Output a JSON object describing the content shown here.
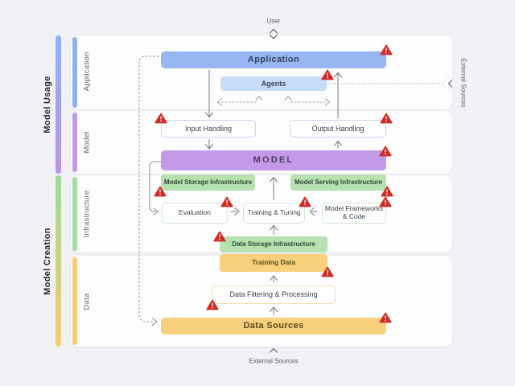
{
  "canvas": {
    "user_label": "User",
    "external_sources_bottom": "External Sources",
    "external_sources_right": "External Sources"
  },
  "groups": [
    {
      "id": "model-usage",
      "label": "Model Usage"
    },
    {
      "id": "model-creation",
      "label": "Model Creation"
    }
  ],
  "layers": [
    {
      "id": "application",
      "label": "Application"
    },
    {
      "id": "model",
      "label": "Model"
    },
    {
      "id": "infrastructure",
      "label": "Infrastructure"
    },
    {
      "id": "data",
      "label": "Data"
    }
  ],
  "nodes": {
    "application": "Application",
    "agents": "Agents",
    "input_handling": "Input Handling",
    "output_handling": "Output Handling",
    "model": "MODEL",
    "model_storage_infrastructure": "Model Storage Infrastructure",
    "model_serving_infrastructure": "Model Serving Infrastructure",
    "evaluation": "Evaluation",
    "training_and_tuning": "Training & Tuning",
    "model_frameworks_and_code": "Model Frameworks & Code",
    "data_storage_infrastructure": "Data Storage Infrastructure",
    "training_data": "Training Data",
    "data_filtering_and_processing": "Data Filtering & Processing",
    "data_sources": "Data Sources"
  },
  "icons": {
    "warning": "warning-triangle"
  },
  "colors": {
    "background": "#f1f1f6",
    "card": "#fdfdfe",
    "application_blue": "#96b7f2",
    "agents_blue": "#c9dcf9",
    "model_purple": "#c39ae7",
    "infrastructure_green": "#b6e1b0",
    "data_yellow": "#f6d07a",
    "outline_purple_border": "#d9c9ef",
    "outline_green_border": "#cfead0",
    "outline_yellow_border": "#f3e0b0",
    "warning_red": "#cf2b24"
  }
}
